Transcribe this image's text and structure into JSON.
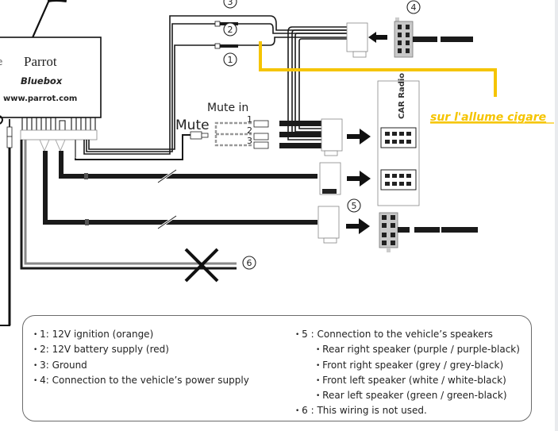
{
  "device": {
    "brand": "Parrot",
    "model": "Bluebox",
    "website": "www.parrot.com"
  },
  "labels": {
    "mute": "Mute",
    "mute_in": "Mute in",
    "mute_pins": [
      "1",
      "2",
      "3"
    ],
    "car_radio": "CAR Radio",
    "annotation": "sur l'allume cigare"
  },
  "callouts": {
    "c1": "1",
    "c2": "2",
    "c3": "3",
    "c4": "4",
    "c5": "5",
    "c6": "6"
  },
  "colors": {
    "annotation_yellow": "#f5c400",
    "wire_black": "#1a1a1a",
    "wire_grey": "#8a8a8a",
    "connector_grey": "#c8c8c8"
  },
  "legend": {
    "left": [
      "1: 12V ignition (orange)",
      "2: 12V battery supply (red)",
      "3: Ground",
      "4: Connection to the vehicle’s power supply"
    ],
    "right": {
      "title": "5 : Connection to the vehicle’s speakers",
      "speakers": [
        "Rear right speaker (purple / purple-black)",
        "Front right speaker (grey / grey-black)",
        "Front left speaker (white / white-black)",
        "Rear left speaker (green / green-black)"
      ],
      "note": "6 : This wiring is not used."
    }
  }
}
